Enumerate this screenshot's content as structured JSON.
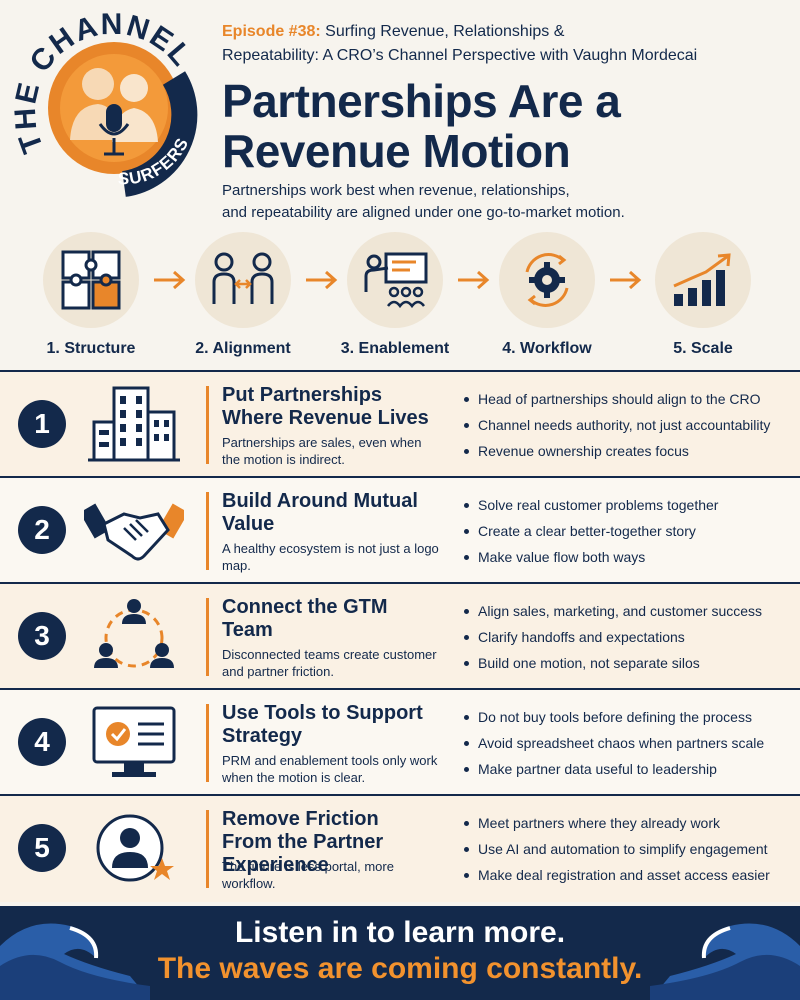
{
  "logo": {
    "text_top": "THE CHANNEL",
    "text_bottom": "SURFERS"
  },
  "episode": {
    "number": "Episode #38:",
    "title_line1": " Surfing Revenue, Relationships &",
    "title_line2": "Repeatability: A CRO’s Channel Perspective with Vaughn Mordecai"
  },
  "headline": {
    "line1": "Partnerships Are a",
    "line2": "Revenue Motion"
  },
  "intro": {
    "line1": "Partnerships work best when revenue, relationships,",
    "line2": "and repeatability are aligned under one go-to-market motion."
  },
  "steps": [
    {
      "label": "1. Structure",
      "icon": "puzzle-icon"
    },
    {
      "label": "2. Alignment",
      "icon": "people-alignment-icon"
    },
    {
      "label": "3. Enablement",
      "icon": "presentation-icon"
    },
    {
      "label": "4. Workflow",
      "icon": "gear-cycle-icon"
    },
    {
      "label": "5. Scale",
      "icon": "growth-chart-icon"
    }
  ],
  "rows": [
    {
      "number": "1",
      "icon": "building-icon",
      "title": "Put Partnerships Where Revenue Lives",
      "desc": "Partnerships are sales, even when the motion is indirect.",
      "bullets": [
        "Head of partnerships should align to the CRO",
        "Channel needs authority, not just accountability",
        "Revenue ownership creates focus"
      ]
    },
    {
      "number": "2",
      "icon": "handshake-icon",
      "title": "Build Around Mutual Value",
      "desc": "A healthy ecosystem is not just a logo map.",
      "bullets": [
        "Solve real customer problems together",
        "Create a clear better-together story",
        "Make value flow both ways"
      ]
    },
    {
      "number": "3",
      "icon": "team-network-icon",
      "title": "Connect the GTM Team",
      "desc": "Disconnected teams create customer and partner friction.",
      "bullets": [
        "Align sales, marketing, and customer success",
        "Clarify handoffs and expectations",
        "Build one motion, not separate silos"
      ]
    },
    {
      "number": "4",
      "icon": "monitor-checklist-icon",
      "title": "Use Tools to Support Strategy",
      "desc": "PRM and enablement tools only work when the motion is clear.",
      "bullets": [
        "Do not buy tools before defining the process",
        "Avoid spreadsheet chaos when partners scale",
        "Make partner data useful to leadership"
      ]
    },
    {
      "number": "5",
      "icon": "user-star-icon",
      "title": "Remove Friction From the Partner Experience",
      "desc": "The future is less portal, more workflow.",
      "bullets": [
        "Meet partners where they already work",
        "Use AI and automation to simplify engagement",
        "Make deal registration and asset access easier"
      ]
    }
  ],
  "footer": {
    "line1": "Listen in to learn more.",
    "line2": "The waves are coming constantly."
  },
  "colors": {
    "navy": "#13294b",
    "orange": "#e8862a",
    "cream": "#f7f4ee"
  }
}
